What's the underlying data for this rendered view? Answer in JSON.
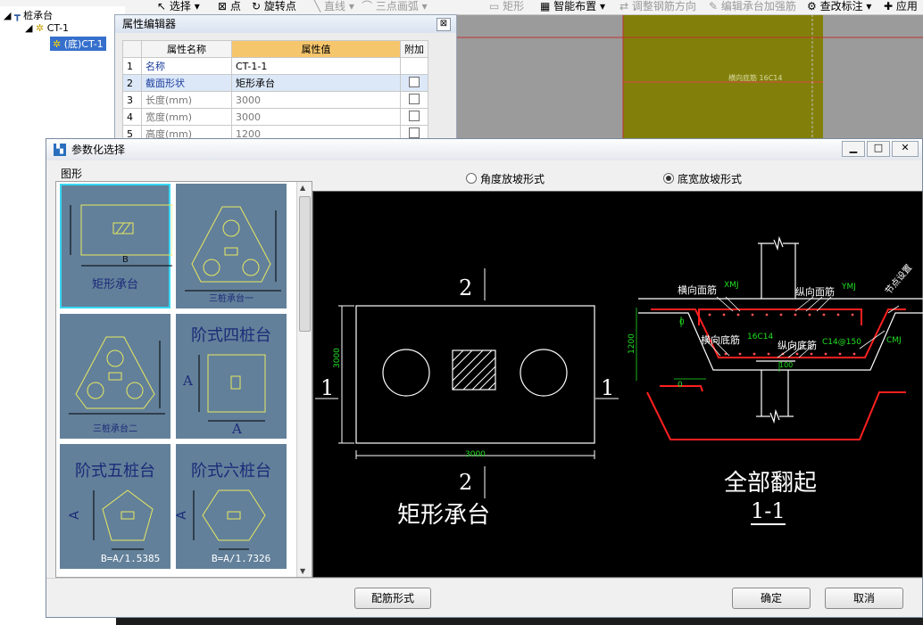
{
  "toolbar": {
    "select": "选择",
    "point": "点",
    "rotate_point": "旋转点",
    "line": "直线",
    "three_point_arc": "三点画弧",
    "rectangle": "矩形",
    "smart_layout": "智能布置",
    "adjust_rebar_dir": "调整钢筋方向",
    "edit_cap_rebar": "编辑承台加强筋",
    "check_annotation": "查改标注",
    "apply": "应用"
  },
  "tree": {
    "root": "桩承台",
    "child": "CT-1",
    "leaf": "(底)CT-1"
  },
  "canvas": {
    "rebar_label": "横向底筋 16C14"
  },
  "property_editor": {
    "title": "属性编辑器",
    "close": "⊠",
    "headers": {
      "name": "属性名称",
      "value": "属性值",
      "extra": "附加"
    },
    "rows": [
      {
        "no": "1",
        "name": "名称",
        "value": "CT-1-1"
      },
      {
        "no": "2",
        "name": "截面形状",
        "value": "矩形承台"
      },
      {
        "no": "3",
        "name": "长度(mm)",
        "value": "3000"
      },
      {
        "no": "4",
        "name": "宽度(mm)",
        "value": "3000"
      },
      {
        "no": "5",
        "name": "高度(mm)",
        "value": "1200"
      }
    ]
  },
  "dialog": {
    "title": "参数化选择",
    "minimize": "▁",
    "maximize": "□",
    "close": "✕",
    "shapes_label": "图形",
    "shapes": [
      {
        "label": "矩形承台",
        "dim_b": "B"
      },
      {
        "label": "三桩承台一"
      },
      {
        "label": "三桩承台二"
      },
      {
        "title": "阶式四桩台",
        "dim_a1": "A",
        "dim_a2": "A"
      },
      {
        "title": "阶式五桩台",
        "dim_a": "A",
        "formula": "B=A/1.5385"
      },
      {
        "title": "阶式六桩台",
        "dim_a": "A",
        "formula": "B=A/1.7326"
      }
    ],
    "radio": {
      "angle": "角度放坡形式",
      "width": "底宽放坡形式",
      "selected": "width"
    },
    "drawing": {
      "section_top": "2",
      "section_bottom": "2",
      "section_left": "1",
      "section_right": "1",
      "dim_length": "3000",
      "dim_width": "3000",
      "plan_title": "矩形承台",
      "horiz_top_rebar": "横向面筋",
      "horiz_top_rebar_code": "XMJ",
      "long_top_rebar": "纵向面筋",
      "long_top_rebar_code": "YMJ",
      "node_setting": "节点设置",
      "horiz_bottom_rebar": "横向底筋",
      "horiz_bottom_rebar_value": "16C14",
      "long_bottom_rebar": "纵向底筋",
      "long_bottom_rebar_value": "C14@150",
      "side_rebar_code": "CMJ",
      "dim_height": "1200",
      "dim_zero_a": "0",
      "dim_zero_b": "0",
      "dim_100": "100",
      "section_title": "全部翻起",
      "section_name": "1-1"
    },
    "buttons": {
      "rebar_form": "配筋形式",
      "ok": "确定",
      "cancel": "取消"
    }
  },
  "colors": {
    "olive": "#82800a",
    "preview_bg": "#000000",
    "rebar_red": "#ff2020",
    "dim_green": "#21e021",
    "thumb_bg": "#62809a",
    "thumb_line": "#e8e860"
  }
}
